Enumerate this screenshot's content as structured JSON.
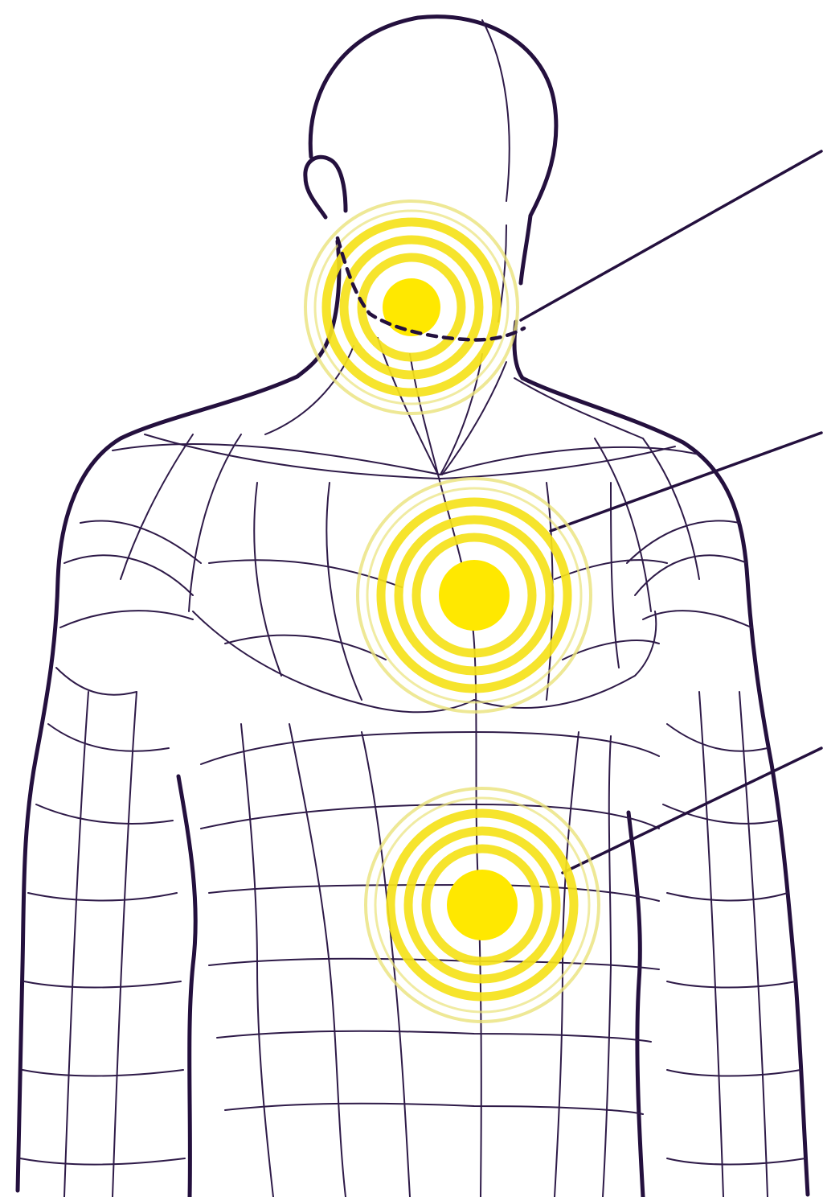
{
  "diagram": {
    "subject": "male-torso-wireframe",
    "colors": {
      "outline": "#24103e",
      "mesh": "#2e1a48",
      "target_core": "#ffe800",
      "target_ring": "#f5e21a",
      "target_halo": "#eae27a",
      "background": "#ffffff"
    },
    "targets": [
      {
        "id": "throat",
        "label": ""
      },
      {
        "id": "chest",
        "label": ""
      },
      {
        "id": "upper-abdomen",
        "label": ""
      }
    ],
    "leader_lines": [
      {
        "id": "throat",
        "label": ""
      },
      {
        "id": "chest",
        "label": ""
      },
      {
        "id": "upper-abdomen",
        "label": ""
      }
    ]
  }
}
